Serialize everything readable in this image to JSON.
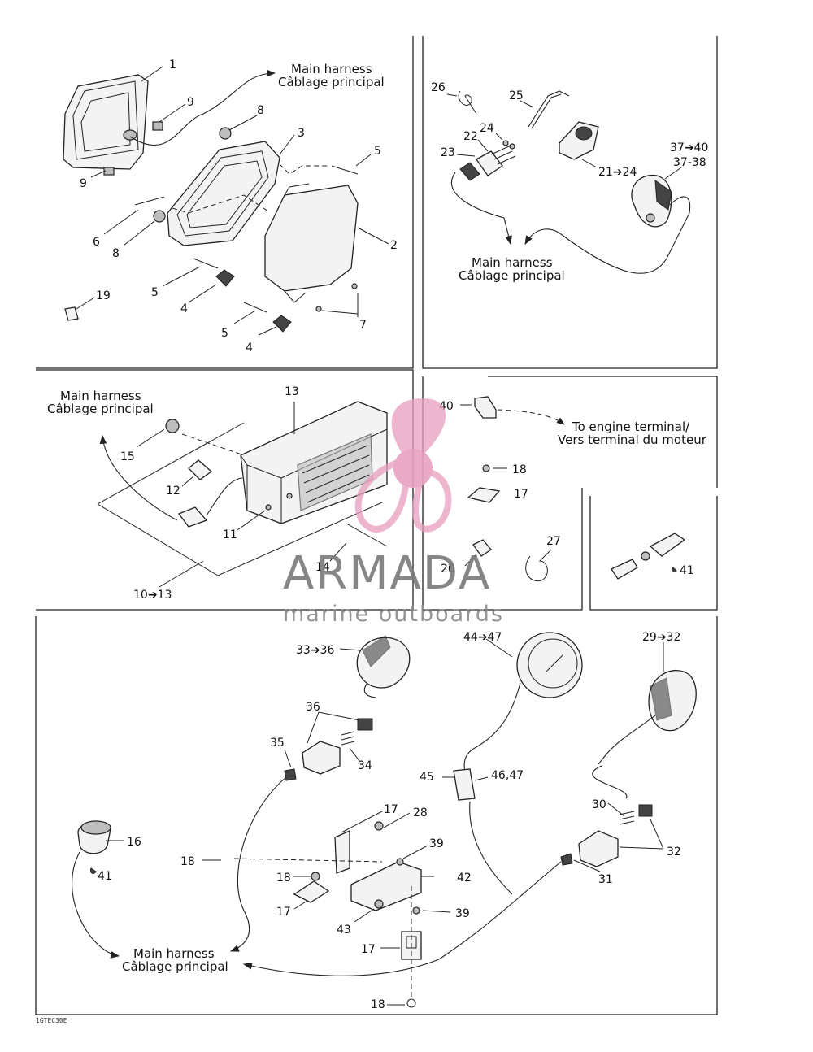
{
  "diagram": {
    "code": "1GTEC30E",
    "harness_en": "Main harness",
    "harness_fr": "Câblage principal",
    "engine_en": "To engine terminal/",
    "engine_fr": "Vers terminal du moteur"
  },
  "watermark": {
    "brand": "ARMADA",
    "tagline": "marine outboards",
    "colors": {
      "logo": "#e8a0c0",
      "text": "#7a7a7a"
    }
  },
  "callouts": {
    "c1": "1",
    "c2": "2",
    "c3": "3",
    "c4a": "4",
    "c4b": "4",
    "c5a": "5",
    "c5b": "5",
    "c5c": "5",
    "c6": "6",
    "c7": "7",
    "c8a": "8",
    "c8b": "8",
    "c9a": "9",
    "c9b": "9",
    "c19": "19",
    "c26": "26",
    "c25": "25",
    "c24": "24",
    "c22": "22",
    "c23": "23",
    "c21_24": "21➔24",
    "c37_40": "37➔40",
    "c37_38": "37-38",
    "c13": "13",
    "c15": "15",
    "c12": "12",
    "c11": "11",
    "c14": "14",
    "c10_13": "10➔13",
    "c40": "40",
    "c18a": "18",
    "c17a": "17",
    "c27": "27",
    "c20": "20",
    "c41a": "41",
    "c33_36": "33➔36",
    "c36": "36",
    "c35": "35",
    "c34": "34",
    "c44_47": "44➔47",
    "c29_32": "29➔32",
    "c45": "45",
    "c46_47": "46,47",
    "c16": "16",
    "c41b": "41",
    "c18b": "18",
    "c17b": "17",
    "c28": "28",
    "c39a": "39",
    "c18c": "18",
    "c42": "42",
    "c17c": "17",
    "c39b": "39",
    "c43": "43",
    "c17d": "17",
    "c18d": "18",
    "c30": "30",
    "c32": "32",
    "c31": "31"
  }
}
